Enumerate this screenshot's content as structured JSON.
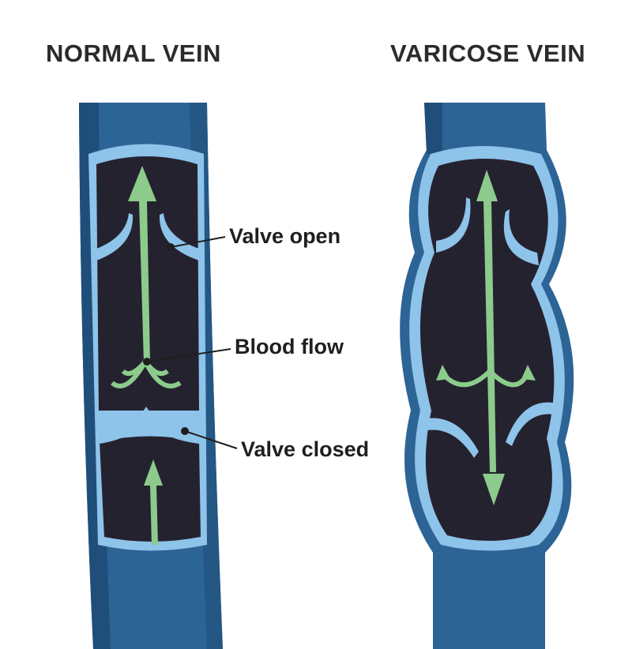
{
  "titles": {
    "normal": "NORMAL VEIN",
    "varicose": "VARICOSE VEIN"
  },
  "labels": {
    "valve_open": "Valve open",
    "blood_flow": "Blood flow",
    "valve_closed": "Valve closed"
  },
  "colors": {
    "vein_outer": "#2d6496",
    "vein_dark": "#1f4e7a",
    "vein_wall": "#8ec3ea",
    "lumen": "#25222f",
    "flow_arrow": "#8ccb8c"
  }
}
